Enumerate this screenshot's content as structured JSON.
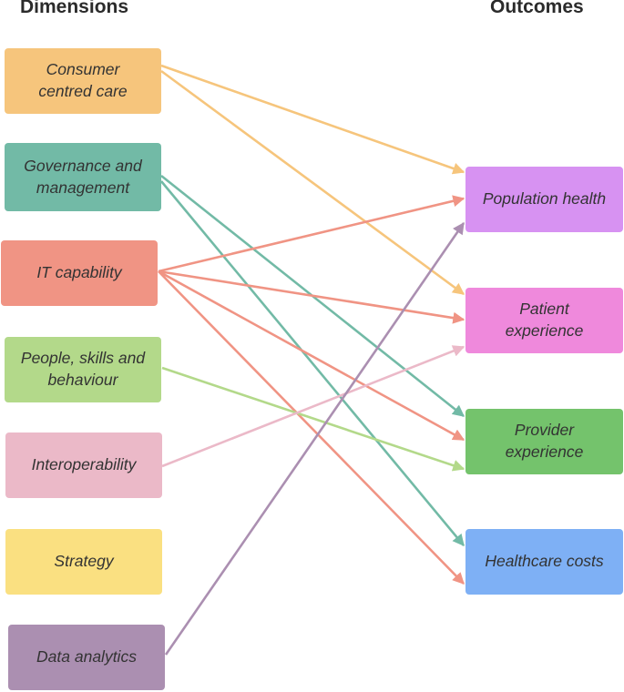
{
  "headers": {
    "dimensions": "Dimensions",
    "outcomes": "Outcomes"
  },
  "dimensions": [
    {
      "id": "consumer",
      "label": "Consumer\ncentred care",
      "color": "#f6c57c"
    },
    {
      "id": "governance",
      "label": "Governance and\nmanagement",
      "color": "#72baa6"
    },
    {
      "id": "it",
      "label": "IT capability",
      "color": "#f09484"
    },
    {
      "id": "people",
      "label": "People, skills and\nbehaviour",
      "color": "#b3d98a"
    },
    {
      "id": "interop",
      "label": "Interoperability",
      "color": "#ebb9c8"
    },
    {
      "id": "strategy",
      "label": "Strategy",
      "color": "#fae081"
    },
    {
      "id": "analytics",
      "label": "Data analytics",
      "color": "#ab8fb1"
    }
  ],
  "outcomes": [
    {
      "id": "pop",
      "label": "Population health",
      "color": "#d792f2"
    },
    {
      "id": "patient",
      "label": "Patient\nexperience",
      "color": "#ef89dc"
    },
    {
      "id": "provider",
      "label": "Provider\nexperience",
      "color": "#74c36c"
    },
    {
      "id": "costs",
      "label": "Healthcare costs",
      "color": "#7eb0f5"
    }
  ],
  "links": [
    {
      "from": "consumer",
      "to": "pop",
      "color": "#f6c57c"
    },
    {
      "from": "consumer",
      "to": "patient",
      "color": "#f6c57c"
    },
    {
      "from": "governance",
      "to": "provider",
      "color": "#72baa6"
    },
    {
      "from": "governance",
      "to": "costs",
      "color": "#72baa6"
    },
    {
      "from": "it",
      "to": "pop",
      "color": "#f09484"
    },
    {
      "from": "it",
      "to": "patient",
      "color": "#f09484"
    },
    {
      "from": "it",
      "to": "provider",
      "color": "#f09484"
    },
    {
      "from": "it",
      "to": "costs",
      "color": "#f09484"
    },
    {
      "from": "people",
      "to": "provider",
      "color": "#b3d98a"
    },
    {
      "from": "interop",
      "to": "patient",
      "color": "#ebb9c8"
    },
    {
      "from": "analytics",
      "to": "pop",
      "color": "#ab8fb1"
    }
  ]
}
